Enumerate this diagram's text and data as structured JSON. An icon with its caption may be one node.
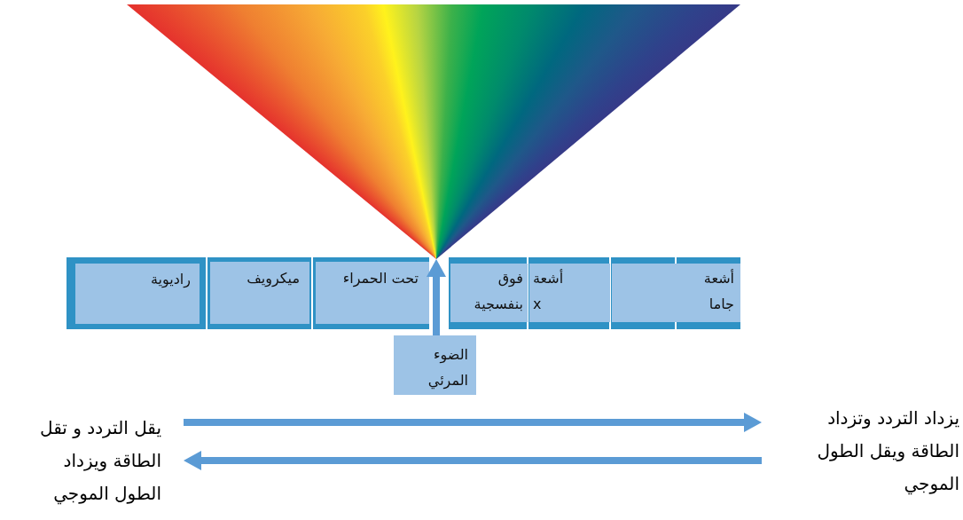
{
  "diagram": {
    "nodes": [
      {
        "text": [],
        "shape": "picture"
      },
      {
        "text": [
          "راديوية"
        ]
      },
      {
        "text": [
          "ميكرويف"
        ]
      },
      {
        "text": [
          "تحت الحمراء"
        ]
      },
      {
        "text": [
          "فوق بنفسجية"
        ]
      },
      {
        "text": [
          "أشعة x"
        ]
      },
      {
        "text": [
          "أشعة جاما"
        ]
      },
      {
        "text": [
          "الضوء المرئي"
        ]
      },
      {
        "text": [
          "يقل التردد و تقل الطاقة ويزداد الطول الموجي"
        ]
      },
      {
        "text": [
          "يزداد التردد وتزداد الطاقة ويقل الطول الموجي"
        ]
      }
    ],
    "edges": [
      {
        "from": 7,
        "to": 0,
        "arrow": "to"
      },
      {
        "from": 8,
        "to": 9,
        "arrow": "to"
      },
      {
        "from": 9,
        "to": 8,
        "arrow": "to"
      }
    ]
  }
}
